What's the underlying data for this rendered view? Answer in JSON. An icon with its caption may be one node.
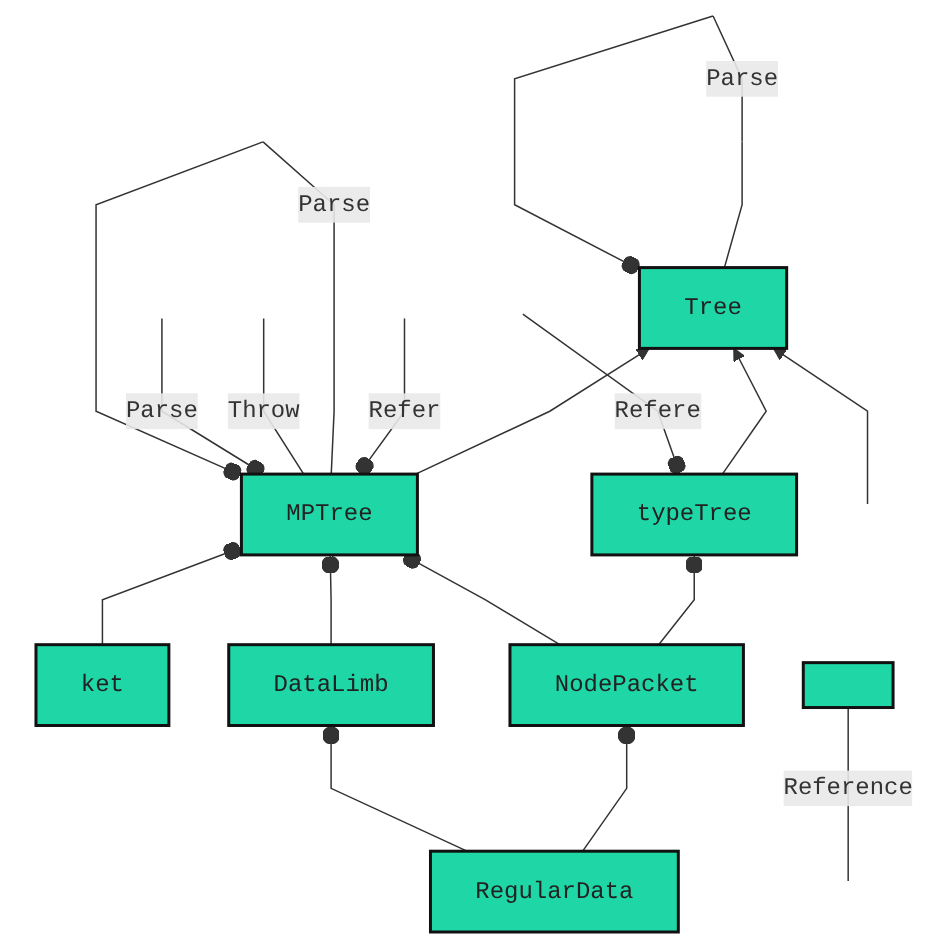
{
  "diagram": {
    "nodes": [
      {
        "text": [
          "Tree"
        ]
      },
      {
        "text": [
          "typeTree"
        ]
      },
      {
        "text": [
          "MPTree"
        ]
      },
      {
        "text": [
          "ket"
        ]
      },
      {
        "text": [
          "NodePacket"
        ]
      },
      {
        "text": [
          "DataLimb"
        ]
      },
      {
        "text": [
          "RegularData"
        ]
      },
      {
        "text": [],
        "shape": "box"
      }
    ],
    "edges": [
      {
        "from": 0,
        "to": 0,
        "arrow": "other",
        "label": "Parse"
      },
      {
        "from": 1,
        "to": 0,
        "arrow": "to"
      },
      {
        "from": 2,
        "to": 0,
        "arrow": "to"
      },
      {
        "from": null,
        "to": 0,
        "arrow": "to"
      },
      {
        "from": null,
        "to": 1,
        "arrow": "other",
        "label": "Refere"
      },
      {
        "from": null,
        "to": 2,
        "arrow": "other",
        "label": "Refer"
      },
      {
        "from": 2,
        "to": 2,
        "arrow": "other",
        "label": "Parse"
      },
      {
        "from": 2,
        "to": null,
        "arrow": "none",
        "label": "Throw"
      },
      {
        "from": null,
        "to": 2,
        "arrow": "other",
        "label": "Parse"
      },
      {
        "from": 4,
        "to": 1,
        "arrow": "other"
      },
      {
        "from": 3,
        "to": 2,
        "arrow": "other"
      },
      {
        "from": 4,
        "to": 2,
        "arrow": "other"
      },
      {
        "from": 5,
        "to": 2,
        "arrow": "other"
      },
      {
        "from": 6,
        "to": 4,
        "arrow": "other"
      },
      {
        "from": 6,
        "to": 5,
        "arrow": "other"
      },
      {
        "from": null,
        "to": 7,
        "arrow": "none",
        "label": "Reference"
      }
    ]
  }
}
